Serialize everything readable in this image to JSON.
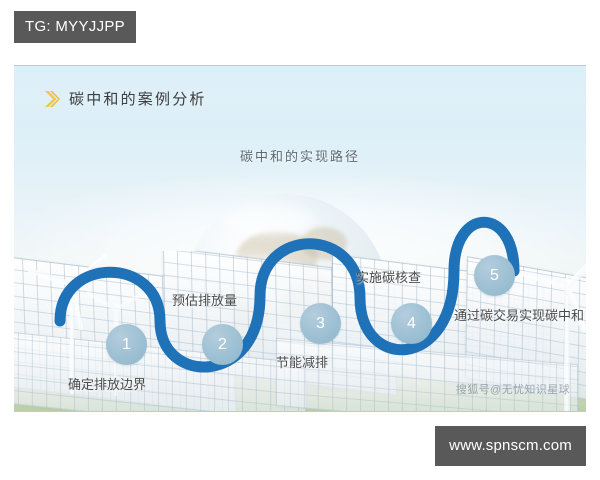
{
  "overlay": {
    "tg_tag": "TG: MYYJJPP",
    "url_tag": "www.spnscm.com"
  },
  "slide": {
    "title": "碳中和的案例分析",
    "title_icon": "chevron-right-icon",
    "subtitle": "碳中和的实现路径",
    "source_watermark": "搜狐号@无忧知识星球",
    "steps": [
      {
        "number": "1",
        "label": "确定排放边界",
        "label_position": "below"
      },
      {
        "number": "2",
        "label": "预估排放量",
        "label_position": "above"
      },
      {
        "number": "3",
        "label": "节能减排",
        "label_position": "below"
      },
      {
        "number": "4",
        "label": "实施碳核查",
        "label_position": "above"
      },
      {
        "number": "5",
        "label": "通过碳交易实现碳中和",
        "label_position": "below"
      }
    ],
    "colors": {
      "path_blue": "#1f72b8",
      "node_blue": "#9dc0d3",
      "title_text": "#3d3d3d",
      "chevron_gold": "#f0c040",
      "tag_gray": "#595959",
      "sky": "#dcf0f8"
    }
  }
}
